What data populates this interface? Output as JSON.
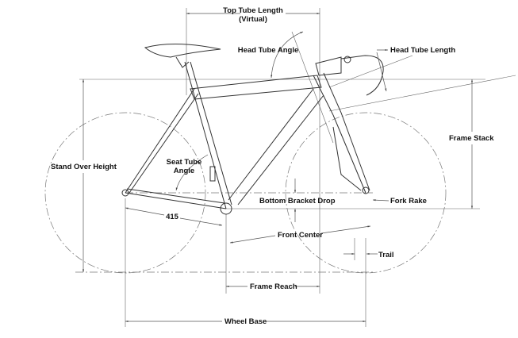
{
  "labels": {
    "top_tube_length": "Top Tube Length",
    "top_tube_virtual": "(Virtual)",
    "head_tube_angle": "Head Tube Angle",
    "head_tube_length": "Head Tube Length",
    "frame_stack": "Frame Stack",
    "stand_over_height": "Stand Over Height",
    "seat_tube": "Seat Tube",
    "seat_tube_angle": "Angle",
    "bottom_bracket_drop": "Bottom Bracket Drop",
    "fork_rake": "Fork Rake",
    "chainstay_value": "415",
    "front_center": "Front Center",
    "trail": "Trail",
    "frame_reach": "Frame Reach",
    "wheel_base": "Wheel Base"
  }
}
